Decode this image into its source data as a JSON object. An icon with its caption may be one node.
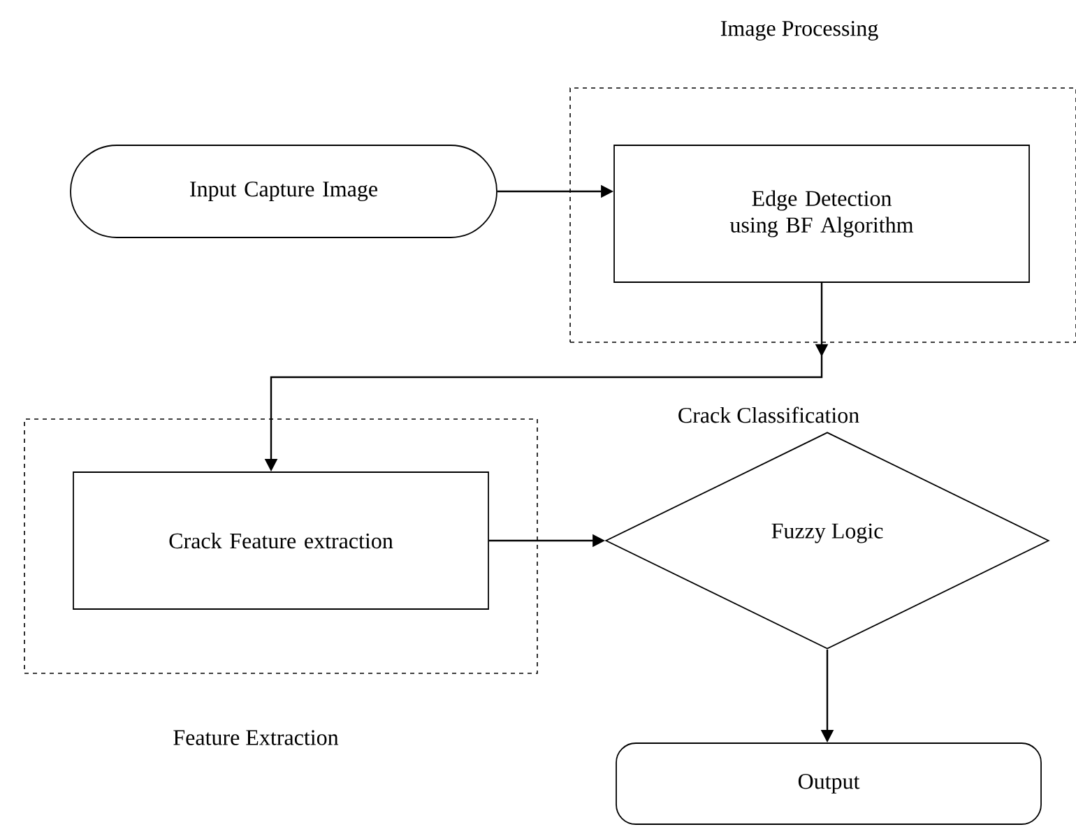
{
  "diagram": {
    "nodes": [
      {
        "text": [
          "Image Processing"
        ]
      },
      {
        "text": [
          "Input Capture Image"
        ]
      },
      {
        "text": [
          "Edge Detection using BF Algorithm"
        ],
        "in": 0
      },
      {
        "text": [
          "Feature Extraction"
        ]
      },
      {
        "text": [
          "Crack Feature extraction"
        ],
        "in": 3
      },
      {
        "text": [
          "Fuzzy Logic"
        ],
        "beside": [
          "Crack Classification"
        ]
      },
      {
        "text": [
          "Output"
        ]
      }
    ],
    "edges": [
      {
        "from": 1,
        "to": 2,
        "arrow": "to"
      },
      {
        "from": 2,
        "to": 4,
        "arrow": "to"
      },
      {
        "from": 4,
        "to": 5,
        "arrow": "to"
      },
      {
        "from": 5,
        "to": 6,
        "arrow": "to"
      }
    ]
  }
}
